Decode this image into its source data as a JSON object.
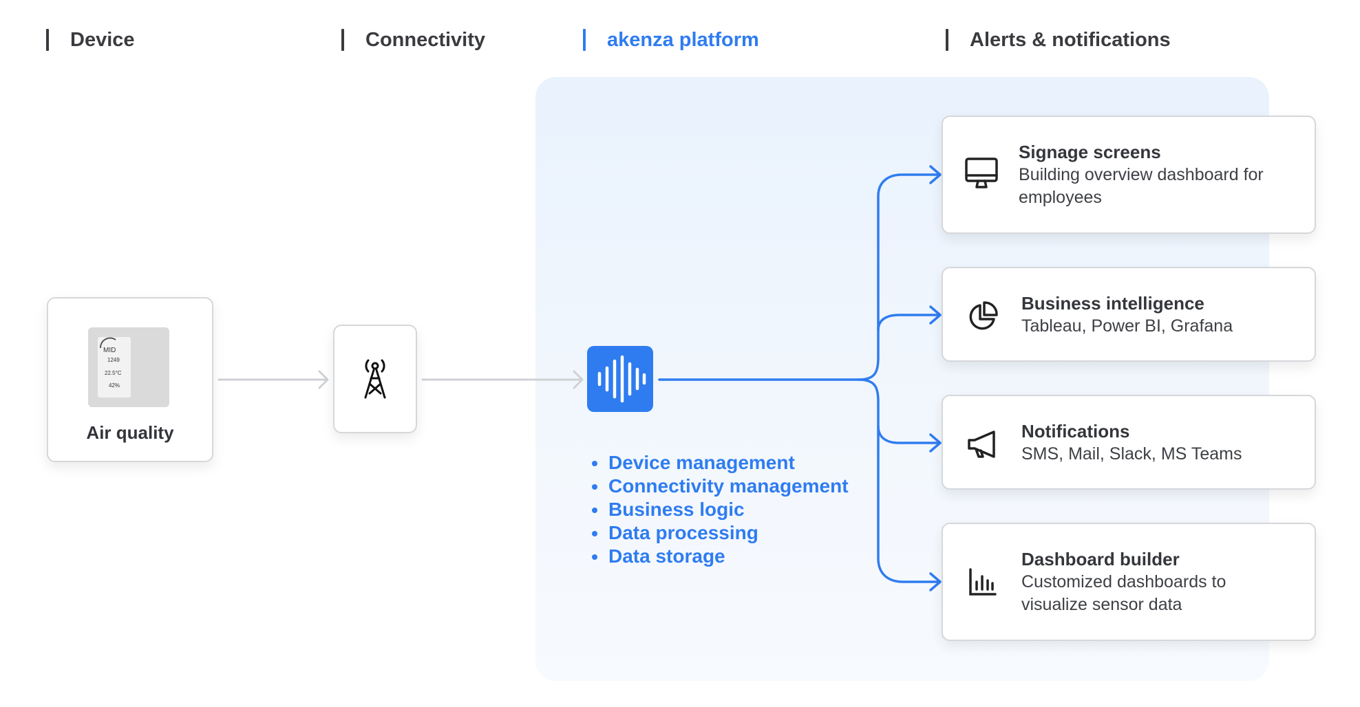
{
  "headers": {
    "device": "Device",
    "connectivity": "Connectivity",
    "platform": "akenza platform",
    "alerts": "Alerts & notifications"
  },
  "device": {
    "label": "Air quality",
    "screen": {
      "badge": "MID",
      "co2": "1249",
      "temperature": "22.5°C",
      "humidity": "42%"
    }
  },
  "connectivity": {
    "icon": "cell-tower-icon"
  },
  "platform": {
    "logo_icon": "soundwave-logo-icon",
    "features": [
      "Device management",
      "Connectivity management",
      "Business logic",
      "Data processing",
      "Data storage"
    ]
  },
  "outputs": [
    {
      "icon": "monitor-icon",
      "title": "Signage screens",
      "description": "Building overview dashboard for employees"
    },
    {
      "icon": "pie-chart-icon",
      "title": "Business intelligence",
      "description": "Tableau, Power BI, Grafana"
    },
    {
      "icon": "megaphone-icon",
      "title": "Notifications",
      "description": "SMS, Mail, Slack, MS Teams"
    },
    {
      "icon": "bar-chart-icon",
      "title": "Dashboard builder",
      "description": "Customized dashboards to visualize sensor data"
    }
  ],
  "colors": {
    "accent": "#2f7cf0",
    "text": "#3a3b3f",
    "connector": "#cfd1d4"
  }
}
